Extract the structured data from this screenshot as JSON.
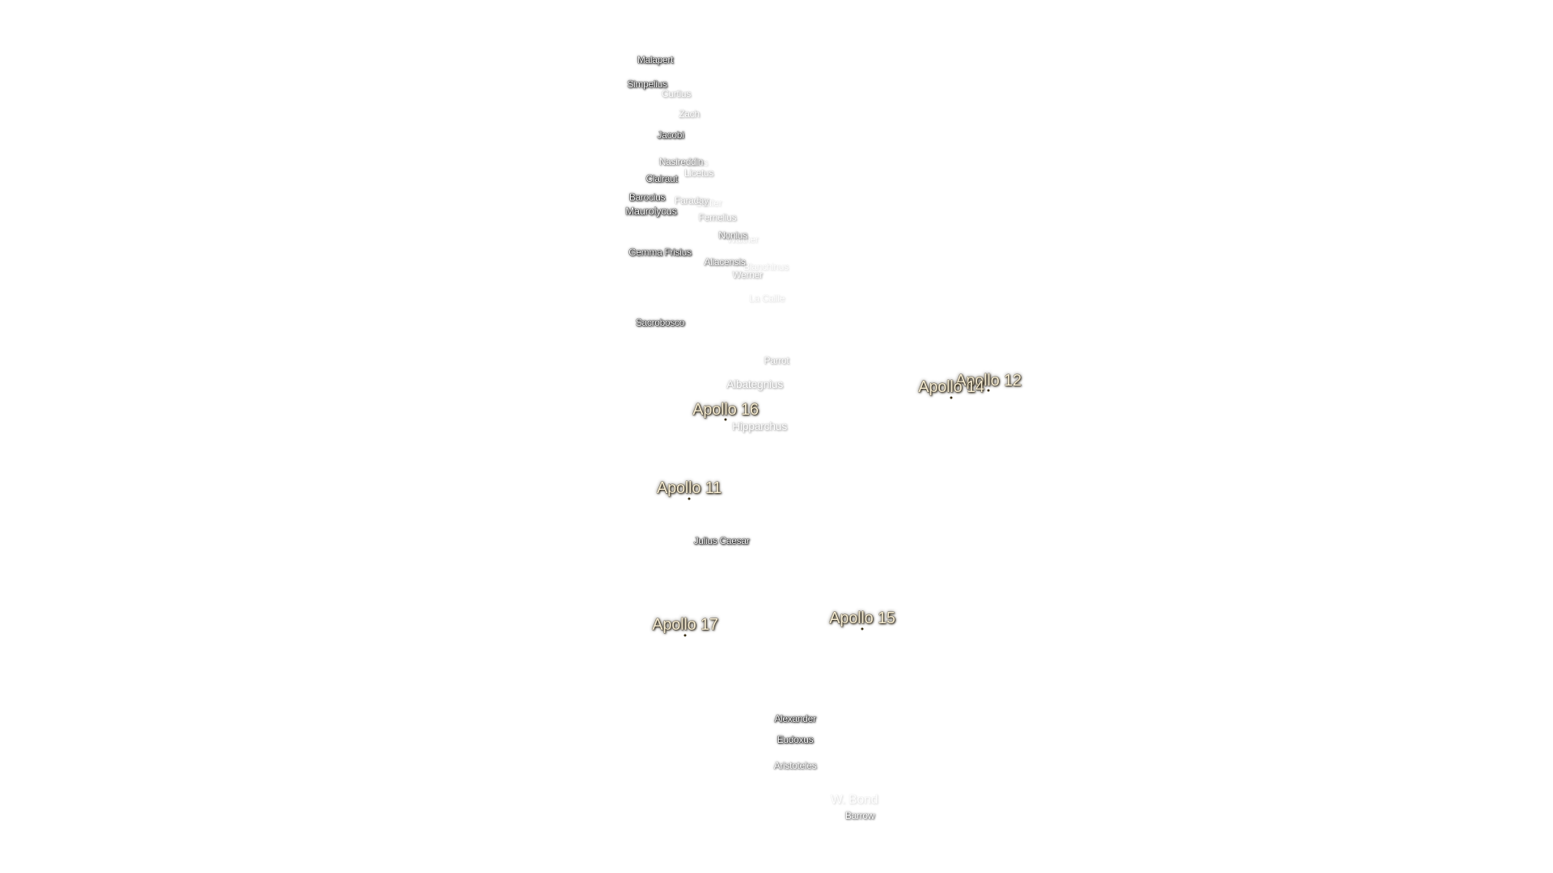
{
  "craters": [
    {
      "name": "Malapert",
      "style": "bright",
      "size": "s1"
    },
    {
      "name": "Simpelius",
      "style": "bright",
      "size": "s1"
    },
    {
      "name": "Curtius",
      "style": "dim",
      "size": "s1"
    },
    {
      "name": "Zach",
      "style": "dim",
      "size": "s1"
    },
    {
      "name": "Jacobi",
      "style": "bright",
      "size": "s1"
    },
    {
      "name": "Nasireddin",
      "style": "mid",
      "size": "s1"
    },
    {
      "name": "Lilius",
      "style": "faint",
      "size": "s1"
    },
    {
      "name": "Licetus",
      "style": "dim",
      "size": "s1"
    },
    {
      "name": "Clairaut",
      "style": "bright",
      "size": "s1"
    },
    {
      "name": "Barocius",
      "style": "bright",
      "size": "s1"
    },
    {
      "name": "Faraday",
      "style": "dim",
      "size": "s1"
    },
    {
      "name": "Stöfler",
      "style": "faint",
      "size": "s1"
    },
    {
      "name": "Maurolycus",
      "style": "bright",
      "size": "s2"
    },
    {
      "name": "Fernelius",
      "style": "dim",
      "size": "s1"
    },
    {
      "name": "Nonius",
      "style": "mid",
      "size": "s1"
    },
    {
      "name": "Walther",
      "style": "faint",
      "size": "s1"
    },
    {
      "name": "Gemma Frisius",
      "style": "bright",
      "size": "s1"
    },
    {
      "name": "Aliacensis",
      "style": "mid",
      "size": "s1"
    },
    {
      "name": "Blanchinus",
      "style": "faint",
      "size": "s1"
    },
    {
      "name": "Werner",
      "style": "dim",
      "size": "s1"
    },
    {
      "name": "La Caille",
      "style": "faint",
      "size": "s1"
    },
    {
      "name": "Sacrobosco",
      "style": "bright",
      "size": "s1"
    },
    {
      "name": "Parrot",
      "style": "dim",
      "size": "s1"
    },
    {
      "name": "Albategnius",
      "style": "dim",
      "size": "s3"
    },
    {
      "name": "Hipparchus",
      "style": "dim",
      "size": "s3"
    },
    {
      "name": "Julius Caesar",
      "style": "bright",
      "size": "s1"
    },
    {
      "name": "Alexander",
      "style": "bright",
      "size": "s1"
    },
    {
      "name": "Eudoxus",
      "style": "bright",
      "size": "s1"
    },
    {
      "name": "Aristoteles",
      "style": "mid",
      "size": "s1"
    },
    {
      "name": "W. Bond",
      "style": "faint",
      "size": "s4"
    },
    {
      "name": "Barrow",
      "style": "mid",
      "size": "s1"
    }
  ],
  "landing_sites": [
    {
      "name": "Apollo 12"
    },
    {
      "name": "Apollo 14"
    },
    {
      "name": "Apollo 16"
    },
    {
      "name": "Apollo 11"
    },
    {
      "name": "Apollo 17"
    },
    {
      "name": "Apollo 15"
    }
  ]
}
